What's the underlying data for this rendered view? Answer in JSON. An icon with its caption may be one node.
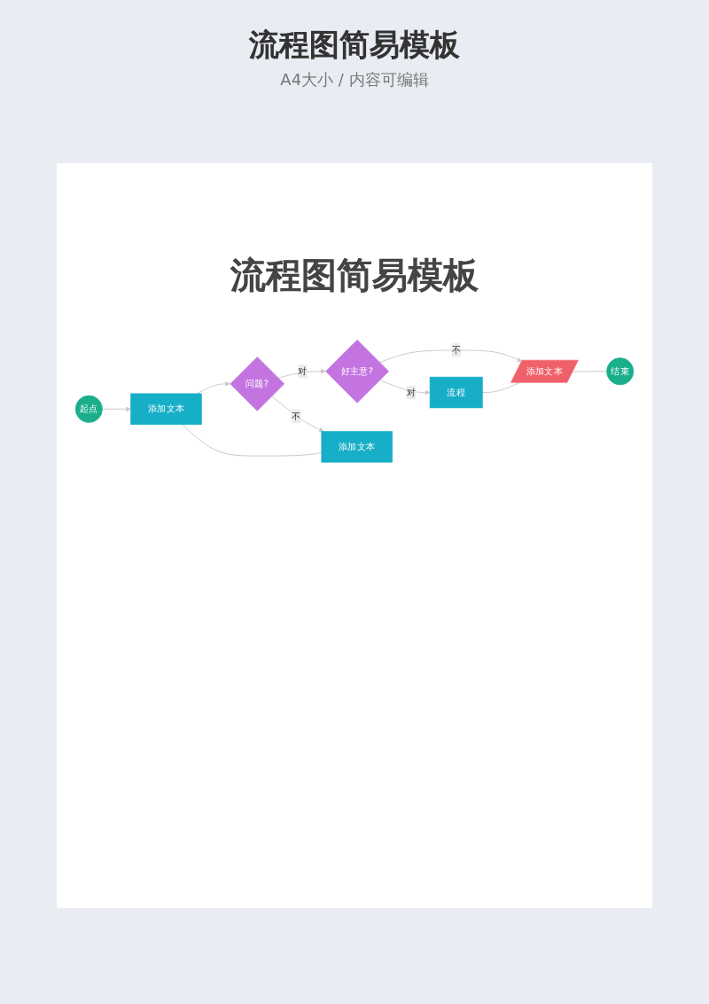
{
  "diagram": {
    "title": "流程图简易模板",
    "nodes": [
      {
        "text": [
          "起点"
        ]
      },
      {
        "text": [
          "添加文本"
        ]
      },
      {
        "text": [
          "问题?"
        ]
      },
      {
        "text": [
          "好主意?"
        ]
      },
      {
        "text": [
          "流程"
        ]
      },
      {
        "text": [
          "添加文本"
        ]
      },
      {
        "text": [
          "添加文本"
        ]
      },
      {
        "text": [
          "结束"
        ]
      }
    ],
    "edges": [
      {
        "from": 0,
        "to": 1,
        "arrow": "to"
      },
      {
        "from": 1,
        "to": 2,
        "arrow": "to"
      },
      {
        "from": 2,
        "to": 3,
        "arrow": "to",
        "label": "对"
      },
      {
        "from": 3,
        "to": 4,
        "arrow": "to",
        "label": "对"
      },
      {
        "from": 2,
        "to": 5,
        "arrow": "to",
        "label": "不"
      },
      {
        "from": 1,
        "to": 5,
        "arrow": "none"
      },
      {
        "from": 3,
        "to": 6,
        "arrow": "to",
        "label": "不"
      },
      {
        "from": 4,
        "to": 6,
        "arrow": "none"
      },
      {
        "from": 6,
        "to": 7,
        "arrow": "none"
      }
    ],
    "labels": [
      "A4大小 / 内容可编辑",
      "流程图简易模板"
    ]
  }
}
